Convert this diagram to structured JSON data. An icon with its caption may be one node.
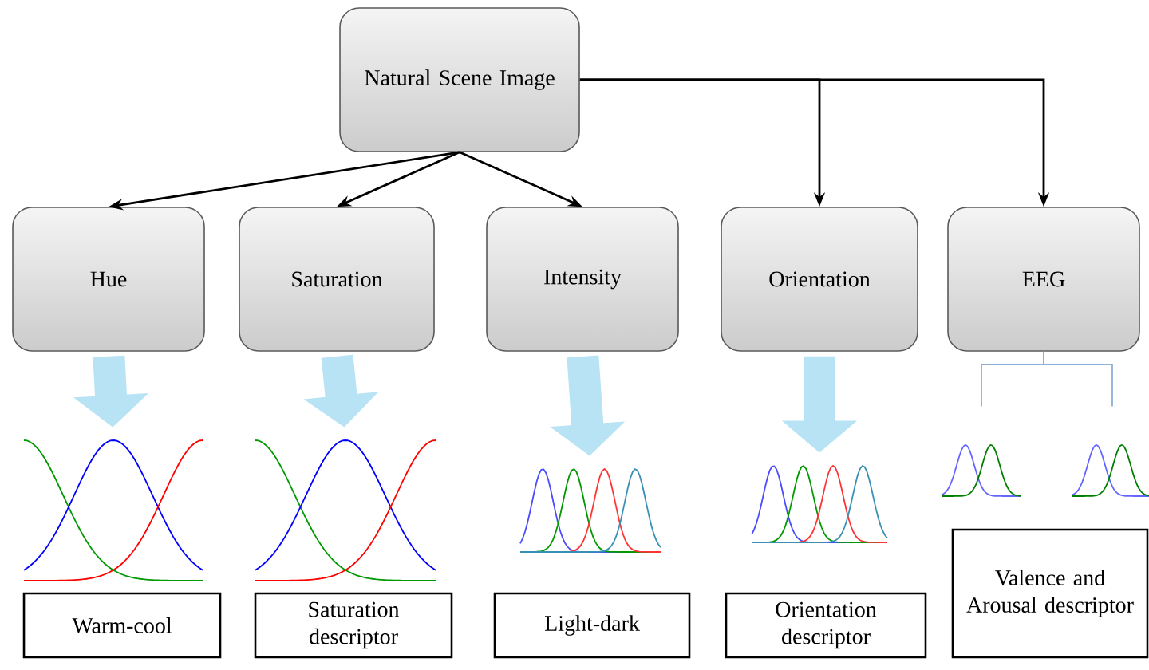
{
  "diagram": {
    "nodes": [
      {
        "text": [
          "Natural Scene Image"
        ]
      },
      {
        "text": [
          "Hue"
        ]
      },
      {
        "text": [
          "Saturation"
        ]
      },
      {
        "text": [
          "Intensity"
        ]
      },
      {
        "text": [
          "Orientation"
        ]
      },
      {
        "text": [
          "EEG"
        ]
      },
      {
        "text": [],
        "shape": "picture"
      },
      {
        "text": [],
        "shape": "picture"
      },
      {
        "text": [],
        "shape": "picture"
      },
      {
        "text": [],
        "shape": "picture"
      },
      {
        "text": [],
        "shape": "picture"
      },
      {
        "text": [],
        "shape": "picture"
      },
      {
        "text": [
          "Warm-cool"
        ]
      },
      {
        "text": [
          "Saturation descriptor"
        ]
      },
      {
        "text": [
          "Light-dark"
        ]
      },
      {
        "text": [
          "Orientation descriptor"
        ]
      },
      {
        "text": [
          "Valence and Arousal descriptor"
        ]
      }
    ],
    "edges": [
      {
        "from": 0,
        "to": 1,
        "arrow": "to"
      },
      {
        "from": 0,
        "to": 2,
        "arrow": "to"
      },
      {
        "from": 0,
        "to": 3,
        "arrow": "to"
      },
      {
        "from": 0,
        "to": 4,
        "arrow": "to"
      },
      {
        "from": 0,
        "to": 5,
        "arrow": "to"
      },
      {
        "from": 1,
        "to": 6,
        "arrow": "to",
        "style": "thick",
        "color": "#b7e3f4"
      },
      {
        "from": 2,
        "to": 7,
        "arrow": "to",
        "style": "thick",
        "color": "#b7e3f4"
      },
      {
        "from": 3,
        "to": 8,
        "arrow": "to",
        "style": "thick",
        "color": "#b7e3f4"
      },
      {
        "from": 4,
        "to": 9,
        "arrow": "to",
        "style": "thick",
        "color": "#b7e3f4"
      },
      {
        "from": 5,
        "to": 10,
        "arrow": "none",
        "color": "#8fb0d6"
      },
      {
        "from": 5,
        "to": 11,
        "arrow": "none",
        "color": "#8fb0d6"
      }
    ]
  }
}
